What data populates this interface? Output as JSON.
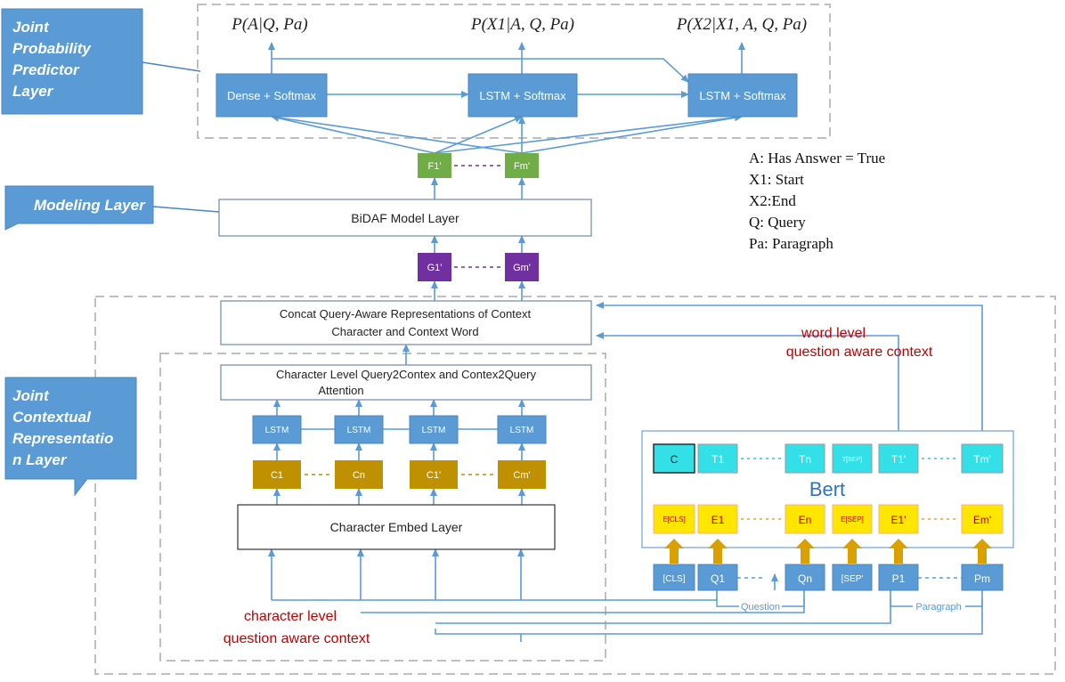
{
  "colors": {
    "blue_box": "#5b9bd5",
    "blue_box_border": "#4a86c0",
    "green_box": "#70ad47",
    "purple_box": "#7030a0",
    "gold_box": "#bf9000",
    "cyan_box": "#33e0e8",
    "yellow_box": "#ffe600",
    "label_blue": "#2e75b6",
    "red_text": "#c00000",
    "dashed_border": "#bfbfbf",
    "arrow": "#5b9bd5",
    "bert_text": "#2e75b6"
  },
  "layer_labels": {
    "joint_prob": [
      "Joint",
      "Probability",
      "Predictor",
      "Layer"
    ],
    "modeling": "Modeling Layer",
    "joint_ctx": [
      "Joint",
      "Contextual",
      "Representatio",
      "n Layer"
    ]
  },
  "outputs": {
    "p_a": "P(A|Q, Pa)",
    "p_x1": "P(X1|A, Q, Pa)",
    "p_x2": "P(X2|X1, A, Q, Pa)"
  },
  "predictor": {
    "dense": "Dense + Softmax",
    "lstm1": "LSTM + Softmax",
    "lstm2": "LSTM + Softmax"
  },
  "f_nodes": {
    "first": "F1'",
    "last": "Fm'"
  },
  "modeling_box": "BiDAF Model Layer",
  "g_nodes": {
    "first": "G1'",
    "last": "Gm'"
  },
  "legend": [
    "A: Has Answer = True",
    "X1: Start",
    "X2:End",
    "Q: Query",
    "Pa: Paragraph"
  ],
  "concat_box": [
    "Concat Query-Aware Representations of Context",
    "Character and Context Word"
  ],
  "attention_box": [
    "Character Level Query2Contex and Contex2Query",
    "Attention"
  ],
  "lstm_label": "LSTM",
  "c_nodes": [
    "C1",
    "Cn",
    "C1'",
    "Cm'"
  ],
  "char_embed": "Character Embed Layer",
  "char_level_text": [
    "character level",
    "question aware context"
  ],
  "word_level_text": [
    "word level",
    "question aware context"
  ],
  "bert": {
    "title": "Bert",
    "t_row": [
      "C",
      "T1",
      "Tn",
      "T[SEP]",
      "T1'",
      "Tm'"
    ],
    "e_row": [
      "E[CLS]",
      "E1",
      "En",
      "E[SEP]",
      "E1'",
      "Em'"
    ],
    "inputs": [
      "[CLS]",
      "Q1",
      "Qn",
      "[SEP'",
      "P1",
      "Pm"
    ],
    "question_label": "Question",
    "paragraph_label": "Paragraph"
  }
}
